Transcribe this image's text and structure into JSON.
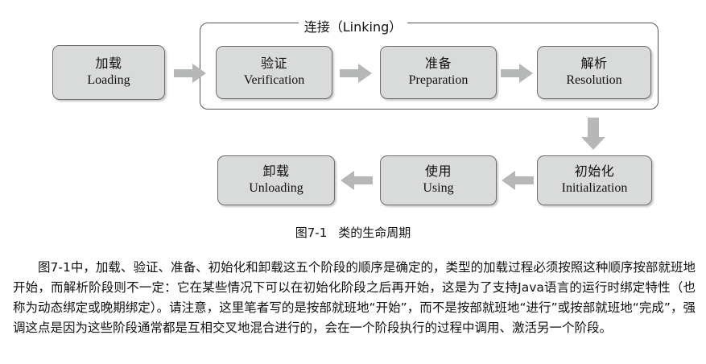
{
  "figure": {
    "caption_number": "图7-1",
    "caption_title": "类的生命周期",
    "group": {
      "label": "连接（Linking）"
    },
    "nodes": [
      {
        "id": "loading",
        "cn": "加载",
        "en": "Loading"
      },
      {
        "id": "verification",
        "cn": "验证",
        "en": "Verification"
      },
      {
        "id": "preparation",
        "cn": "准备",
        "en": "Preparation"
      },
      {
        "id": "resolution",
        "cn": "解析",
        "en": "Resolution"
      },
      {
        "id": "initialization",
        "cn": "初始化",
        "en": "Initialization"
      },
      {
        "id": "using",
        "cn": "使用",
        "en": "Using"
      },
      {
        "id": "unloading",
        "cn": "卸载",
        "en": "Unloading"
      }
    ],
    "arrows": [
      {
        "id": "loading-to-verification",
        "direction": "right"
      },
      {
        "id": "verification-to-preparation",
        "direction": "right"
      },
      {
        "id": "preparation-to-resolution",
        "direction": "right"
      },
      {
        "id": "resolution-to-initialization",
        "direction": "down"
      },
      {
        "id": "initialization-to-using",
        "direction": "left"
      },
      {
        "id": "using-to-unloading",
        "direction": "left"
      }
    ],
    "colors": {
      "node_fill": "#d9dada",
      "node_border": "#6e6e6e",
      "arrow_fill": "#b6b7b7",
      "group_border": "#555555",
      "text": "#111111",
      "page_background": "#ffffff"
    }
  },
  "body": {
    "paragraph": "图7-1中，加载、验证、准备、初始化和卸载这五个阶段的顺序是确定的，类型的加载过程必须按照这种顺序按部就班地开始，而解析阶段则不一定：它在某些情况下可以在初始化阶段之后再开始，这是为了支持Java语言的运行时绑定特性（也称为动态绑定或晚期绑定）。请注意，这里笔者写的是按部就班地“开始”，而不是按部就班地“进行”或按部就班地“完成”，强调这点是因为这些阶段通常都是互相交叉地混合进行的，会在一个阶段执行的过程中调用、激活另一个阶段。"
  }
}
